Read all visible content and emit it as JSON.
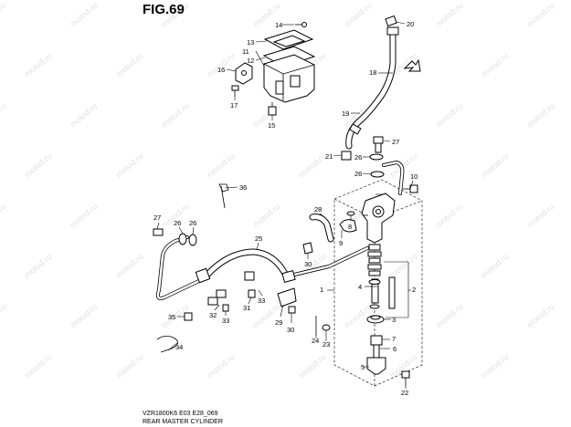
{
  "figure": {
    "title": "FIG.69",
    "caption_model": "VZR1800K6 E03 E28_069",
    "caption_title": "REAR MASTER CYLINDER",
    "watermark": "motod.ru"
  },
  "callouts": [
    {
      "id": "c1",
      "label": "1"
    },
    {
      "id": "c2",
      "label": "2"
    },
    {
      "id": "c3",
      "label": "3"
    },
    {
      "id": "c4",
      "label": "4"
    },
    {
      "id": "c5",
      "label": "5"
    },
    {
      "id": "c6",
      "label": "6"
    },
    {
      "id": "c7",
      "label": "7"
    },
    {
      "id": "c8",
      "label": "8"
    },
    {
      "id": "c9",
      "label": "9"
    },
    {
      "id": "c10",
      "label": "10"
    },
    {
      "id": "c11",
      "label": "11"
    },
    {
      "id": "c12",
      "label": "12"
    },
    {
      "id": "c13",
      "label": "13"
    },
    {
      "id": "c14",
      "label": "14"
    },
    {
      "id": "c15",
      "label": "15"
    },
    {
      "id": "c16",
      "label": "16"
    },
    {
      "id": "c17",
      "label": "17"
    },
    {
      "id": "c18",
      "label": "18"
    },
    {
      "id": "c19",
      "label": "19"
    },
    {
      "id": "c20",
      "label": "20"
    },
    {
      "id": "c21",
      "label": "21"
    },
    {
      "id": "c22",
      "label": "22"
    },
    {
      "id": "c23",
      "label": "23"
    },
    {
      "id": "c24",
      "label": "24"
    },
    {
      "id": "c25",
      "label": "25"
    },
    {
      "id": "c26a",
      "label": "26"
    },
    {
      "id": "c26b",
      "label": "26"
    },
    {
      "id": "c26c",
      "label": "26"
    },
    {
      "id": "c26d",
      "label": "26"
    },
    {
      "id": "c27a",
      "label": "27"
    },
    {
      "id": "c27b",
      "label": "27"
    },
    {
      "id": "c28",
      "label": "28"
    },
    {
      "id": "c29",
      "label": "29"
    },
    {
      "id": "c30a",
      "label": "30"
    },
    {
      "id": "c30b",
      "label": "30"
    },
    {
      "id": "c31",
      "label": "31"
    },
    {
      "id": "c32",
      "label": "32"
    },
    {
      "id": "c33a",
      "label": "33"
    },
    {
      "id": "c33b",
      "label": "33"
    },
    {
      "id": "c34",
      "label": "34"
    },
    {
      "id": "c35",
      "label": "35"
    },
    {
      "id": "c36",
      "label": "36"
    }
  ]
}
